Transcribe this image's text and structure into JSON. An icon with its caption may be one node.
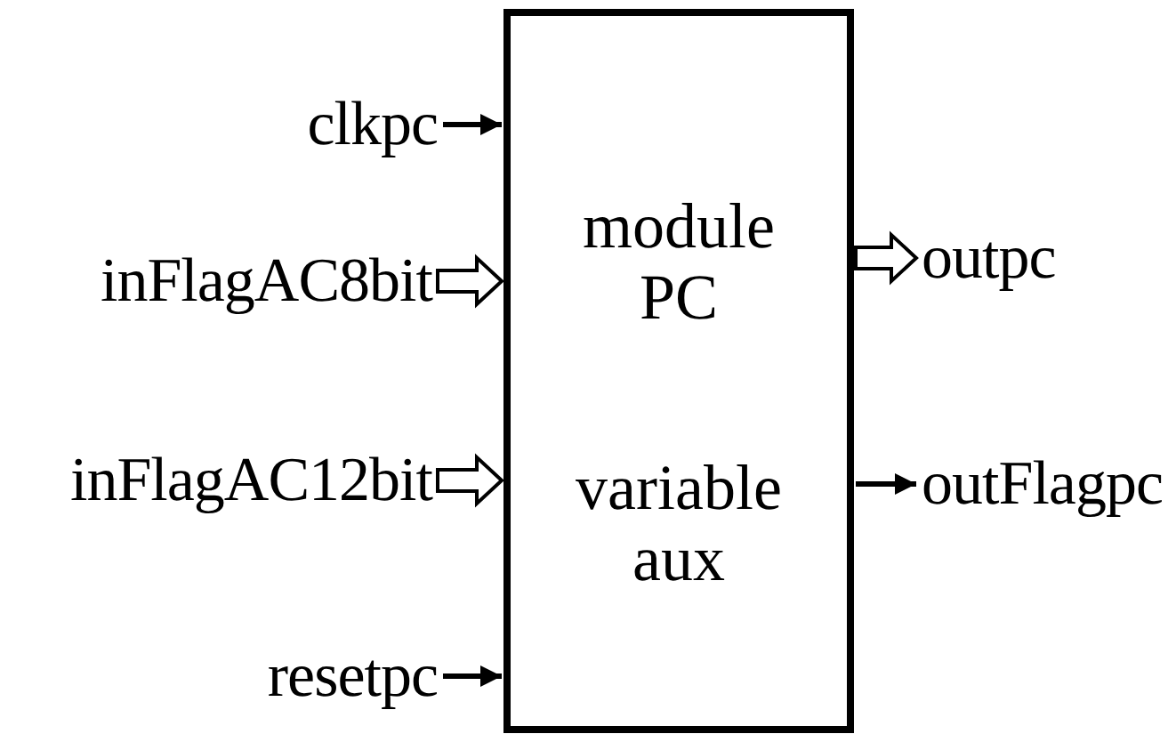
{
  "diagram": {
    "nodes": [
      {
        "text": [
          "module PC",
          "variable aux"
        ]
      },
      {
        "text": [
          "clkpc"
        ]
      },
      {
        "text": [
          "inFlagAC8bit"
        ]
      },
      {
        "text": [
          "inFlagAC12bit"
        ]
      },
      {
        "text": [
          "resetpc"
        ]
      },
      {
        "text": [
          "outpc"
        ]
      },
      {
        "text": [
          "outFlagpc"
        ]
      }
    ],
    "edges": [
      {
        "from": 1,
        "to": 0,
        "arrow": "to"
      },
      {
        "from": 2,
        "to": 0,
        "arrow": "to",
        "style": "thick"
      },
      {
        "from": 3,
        "to": 0,
        "arrow": "to",
        "style": "thick"
      },
      {
        "from": 4,
        "to": 0,
        "arrow": "to"
      },
      {
        "from": 0,
        "to": 5,
        "arrow": "to",
        "style": "thick"
      },
      {
        "from": 0,
        "to": 6,
        "arrow": "to"
      }
    ]
  }
}
